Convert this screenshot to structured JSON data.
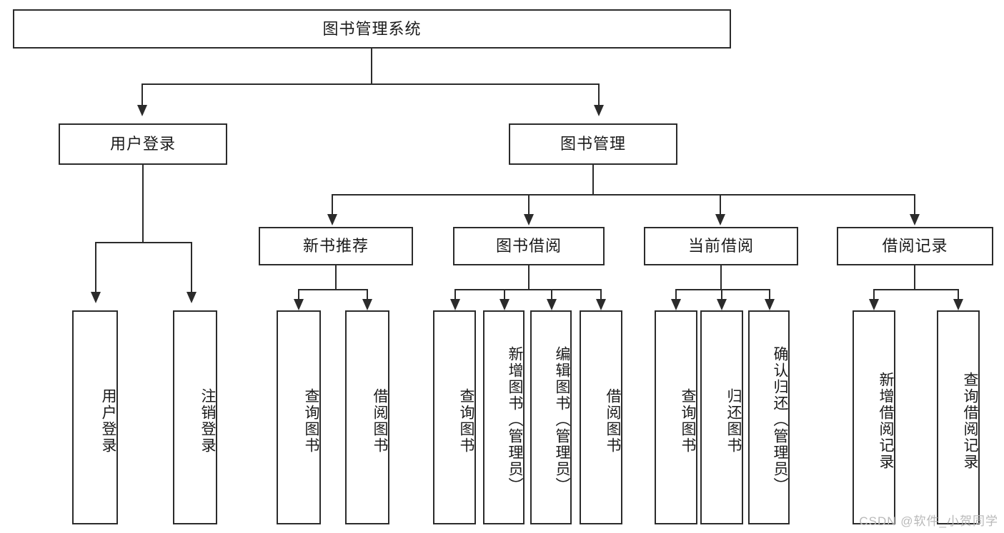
{
  "diagram": {
    "type": "tree",
    "title": "图书管理系统",
    "root": {
      "label": "图书管理系统"
    },
    "level1": [
      {
        "label": "用户登录"
      },
      {
        "label": "图书管理"
      }
    ],
    "level2": [
      {
        "label": "新书推荐"
      },
      {
        "label": "图书借阅"
      },
      {
        "label": "当前借阅"
      },
      {
        "label": "借阅记录"
      }
    ],
    "leaves": {
      "user_login": [
        {
          "label": "用户登录"
        },
        {
          "label": "注销登录"
        }
      ],
      "new_book_recommend": [
        {
          "label": "查询图书"
        },
        {
          "label": "借阅图书"
        }
      ],
      "book_borrow": [
        {
          "label": "查询图书"
        },
        {
          "label": "新增图书（管理员）"
        },
        {
          "label": "编辑图书（管理员）"
        },
        {
          "label": "借阅图书"
        }
      ],
      "current_borrow": [
        {
          "label": "查询图书"
        },
        {
          "label": "归还图书"
        },
        {
          "label": "确认归还（管理员）"
        }
      ],
      "borrow_record": [
        {
          "label": "新增借阅记录"
        },
        {
          "label": "查询借阅记录"
        }
      ]
    }
  },
  "watermark": {
    "text": "CSDN @软件_小贺同学"
  },
  "colors": {
    "stroke": "#2b2b2b",
    "background": "#ffffff",
    "text": "#1a1a1a",
    "watermark": "#b9b9b9"
  }
}
